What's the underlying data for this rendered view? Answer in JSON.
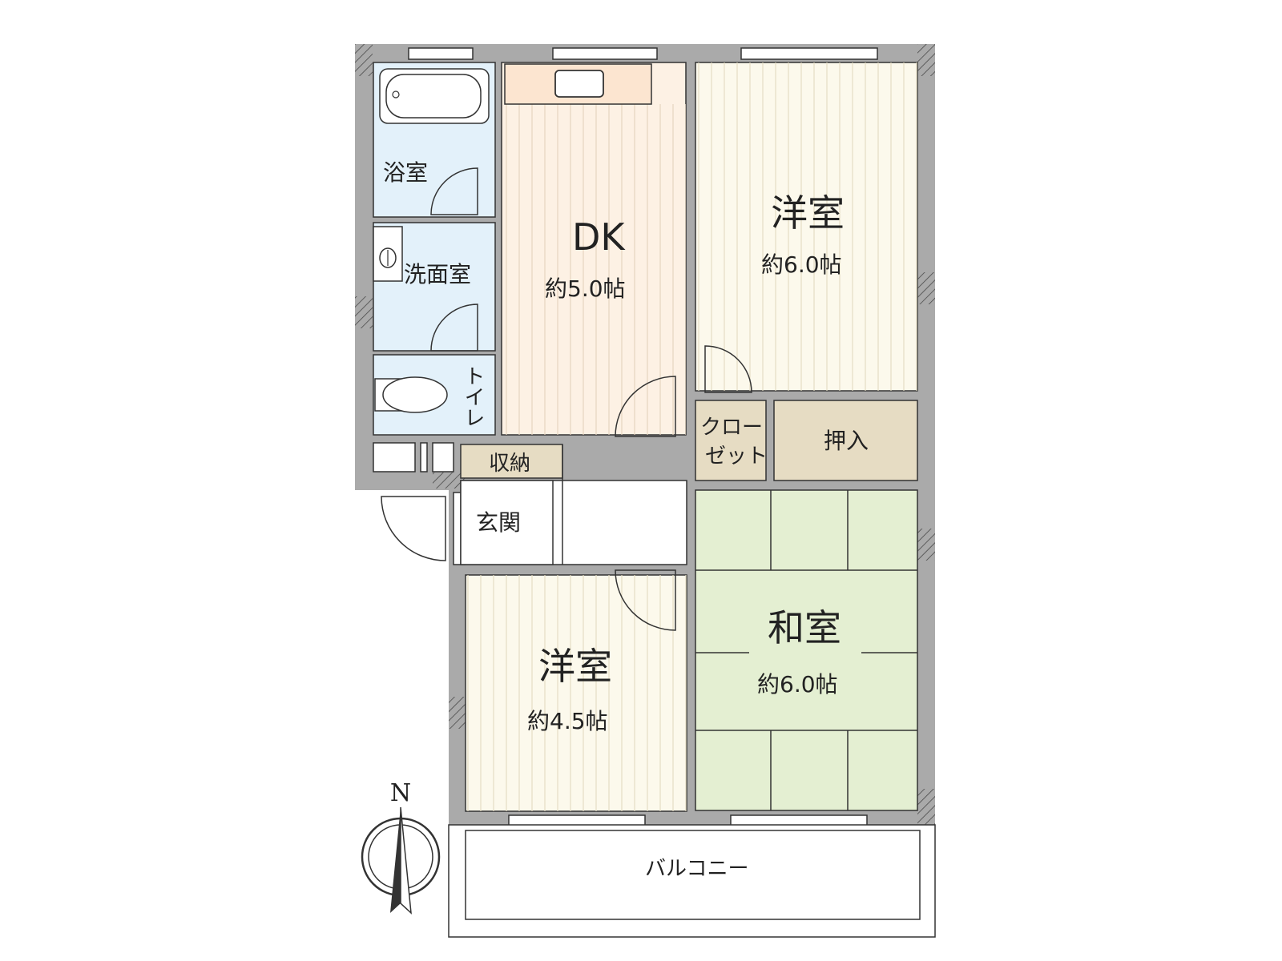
{
  "rooms": {
    "bath": {
      "label": "浴室"
    },
    "washroom": {
      "label": "洗面室"
    },
    "toilet": {
      "label": "トイレ"
    },
    "dk": {
      "label": "DK",
      "area": "約5.0帖"
    },
    "western_north": {
      "label": "洋室",
      "area": "約6.0帖"
    },
    "closet": {
      "label": "クローゼット"
    },
    "oshiire": {
      "label": "押入"
    },
    "storage": {
      "label": "収納"
    },
    "entrance": {
      "label": "玄関"
    },
    "western_south": {
      "label": "洋室",
      "area": "約4.5帖"
    },
    "japanese": {
      "label": "和室",
      "area": "約6.0帖"
    },
    "balcony": {
      "label": "バルコニー"
    }
  },
  "compass": {
    "north_label": "N"
  },
  "colors": {
    "wall": "#aaaaaa",
    "bath_fill": "#e3f1fa",
    "dk_fill": "#fdf1e4",
    "western_fill": "#fcf9ec",
    "tatami_fill": "#e4efd2",
    "storage_fill": "#e6dcc3",
    "line": "#333333"
  }
}
